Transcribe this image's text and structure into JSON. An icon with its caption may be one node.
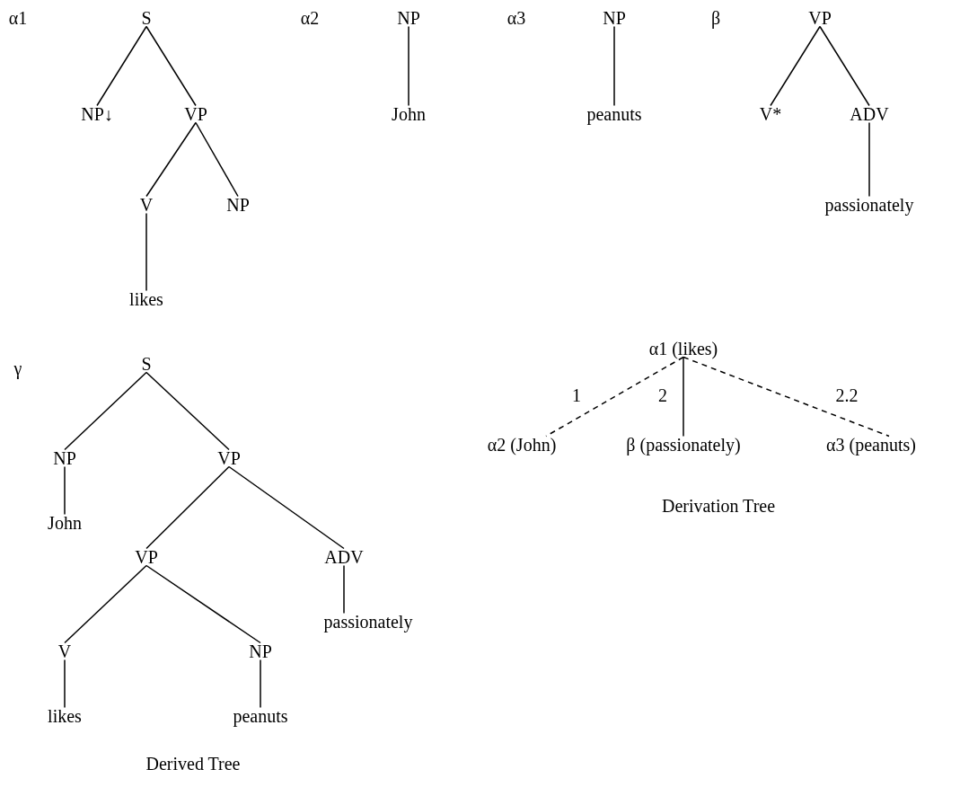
{
  "diagram": {
    "nodes": [
      {
        "text": [
          "S"
        ]
      },
      {
        "text": [
          "NP↓"
        ]
      },
      {
        "text": [
          "VP"
        ]
      },
      {
        "text": [
          "V"
        ]
      },
      {
        "text": [
          "NP"
        ]
      },
      {
        "text": [
          "likes"
        ]
      },
      {
        "text": [
          "NP"
        ]
      },
      {
        "text": [
          "John"
        ]
      },
      {
        "text": [
          "NP"
        ]
      },
      {
        "text": [
          "peanuts"
        ]
      },
      {
        "text": [
          "VP"
        ]
      },
      {
        "text": [
          "V*"
        ]
      },
      {
        "text": [
          "ADV"
        ]
      },
      {
        "text": [
          "passionately"
        ]
      },
      {
        "text": [
          "S"
        ]
      },
      {
        "text": [
          "NP"
        ]
      },
      {
        "text": [
          "VP"
        ]
      },
      {
        "text": [
          "John"
        ]
      },
      {
        "text": [
          "VP"
        ]
      },
      {
        "text": [
          "ADV"
        ]
      },
      {
        "text": [
          "passionately"
        ]
      },
      {
        "text": [
          "V"
        ]
      },
      {
        "text": [
          "NP"
        ]
      },
      {
        "text": [
          "likes"
        ]
      },
      {
        "text": [
          "peanuts"
        ]
      },
      {
        "text": [
          "α1 (likes)"
        ]
      },
      {
        "text": [
          "α2 (John)"
        ]
      },
      {
        "text": [
          "β (passionately)"
        ]
      },
      {
        "text": [
          "α3 (peanuts)"
        ]
      }
    ],
    "edges": [
      {
        "from": 0,
        "to": 1,
        "arrow": "none"
      },
      {
        "from": 0,
        "to": 2,
        "arrow": "none"
      },
      {
        "from": 2,
        "to": 3,
        "arrow": "none"
      },
      {
        "from": 2,
        "to": 4,
        "arrow": "none"
      },
      {
        "from": 3,
        "to": 5,
        "arrow": "none"
      },
      {
        "from": 6,
        "to": 7,
        "arrow": "none"
      },
      {
        "from": 8,
        "to": 9,
        "arrow": "none"
      },
      {
        "from": 10,
        "to": 11,
        "arrow": "none"
      },
      {
        "from": 10,
        "to": 12,
        "arrow": "none"
      },
      {
        "from": 12,
        "to": 13,
        "arrow": "none"
      },
      {
        "from": 14,
        "to": 15,
        "arrow": "none"
      },
      {
        "from": 14,
        "to": 16,
        "arrow": "none"
      },
      {
        "from": 15,
        "to": 17,
        "arrow": "none"
      },
      {
        "from": 16,
        "to": 18,
        "arrow": "none"
      },
      {
        "from": 16,
        "to": 19,
        "arrow": "none"
      },
      {
        "from": 18,
        "to": 21,
        "arrow": "none"
      },
      {
        "from": 18,
        "to": 22,
        "arrow": "none"
      },
      {
        "from": 19,
        "to": 20,
        "arrow": "none"
      },
      {
        "from": 21,
        "to": 23,
        "arrow": "none"
      },
      {
        "from": 22,
        "to": 24,
        "arrow": "none"
      },
      {
        "from": 25,
        "to": 26,
        "arrow": "none",
        "label": "1",
        "style": "dashed"
      },
      {
        "from": 25,
        "to": 27,
        "arrow": "none",
        "label": "2"
      },
      {
        "from": 25,
        "to": 28,
        "arrow": "none",
        "label": "2.2",
        "style": "dashed"
      }
    ],
    "labels": [
      "α1",
      "α2",
      "α3",
      "β",
      "γ",
      "Derivation Tree",
      "Derived Tree"
    ]
  }
}
